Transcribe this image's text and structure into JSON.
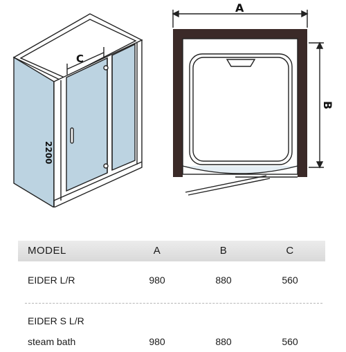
{
  "drawing": {
    "dimension_labels": {
      "width": "A",
      "depth": "B",
      "door_opening": "C",
      "height": "2200"
    },
    "colors": {
      "glass": "#bcd3e1",
      "frame": "#3b2a28",
      "line": "#222222"
    }
  },
  "table": {
    "headers": [
      "MODEL",
      "A",
      "B",
      "C"
    ],
    "rows": [
      {
        "model": "EIDER  L/R",
        "a": "980",
        "b": "880",
        "c": "560"
      },
      {
        "model": "EIDER S L/R",
        "a": "",
        "b": "",
        "c": ""
      },
      {
        "model": "steam bath",
        "a": "980",
        "b": "880",
        "c": "560"
      }
    ]
  }
}
